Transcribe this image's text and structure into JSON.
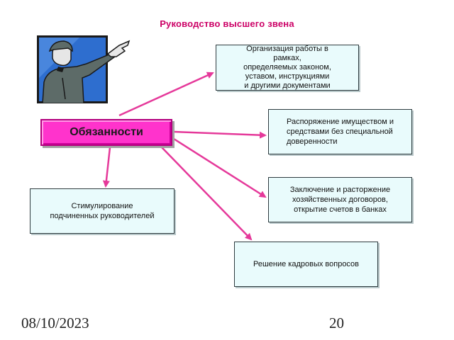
{
  "title": "Руководство высшего звена",
  "main_node": {
    "label": "Обязанности"
  },
  "nodes": {
    "organization": {
      "lines": [
        "Организация работы в",
        "рамках,",
        "определяемых законом,",
        "уставом, инструкциями",
        "и другими документами"
      ]
    },
    "property": {
      "lines": [
        "Распоряжение имуществом и",
        "средствами без специальной",
        "доверенности"
      ]
    },
    "contracts": {
      "lines": [
        "Заключение и расторжение",
        "хозяйственных договоров,",
        "открытие счетов в банках"
      ]
    },
    "personnel": {
      "lines": [
        "Решение кадровых вопросов"
      ]
    },
    "stimulation": {
      "lines": [
        "Стимулирование",
        "подчиненных руководителей"
      ]
    }
  },
  "colors": {
    "arrow": "#e5399a",
    "title": "#cc0066",
    "main_fill": "#ff33cc",
    "box_fill": "#e9fbfc"
  },
  "footer": {
    "date": "08/10/2023",
    "page": "20"
  }
}
